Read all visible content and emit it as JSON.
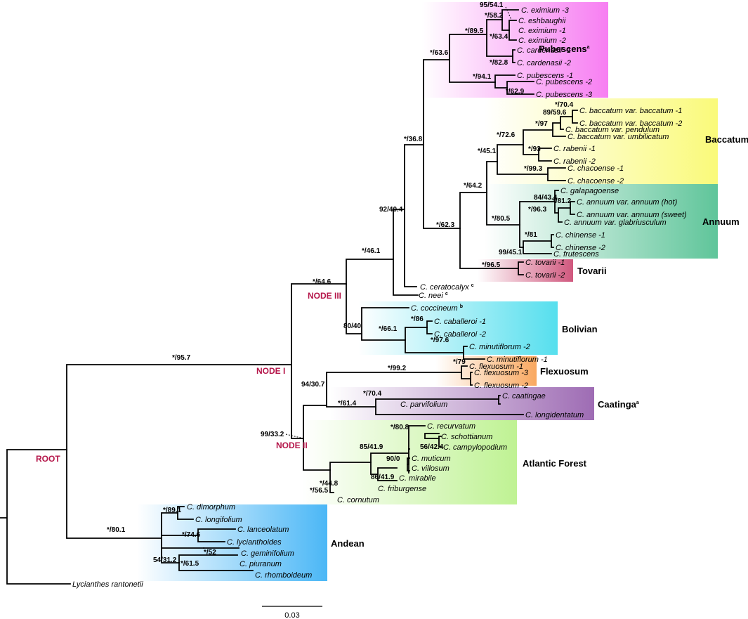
{
  "colors": {
    "pubescens": "#f77ef2",
    "baccatum": "#fafa7a",
    "annuum": "#5fc59a",
    "tovarii": "#d0587e",
    "bolivian": "#56dfee",
    "flexuosum": "#f9a860",
    "caatinga": "#9e6cb4",
    "atlantic": "#bff293",
    "andean": "#4bb7f6",
    "node_label": "#b5164a"
  },
  "scale_bar": {
    "label": "0.03"
  },
  "nodes": {
    "root": "ROOT",
    "node1": "NODE I",
    "node2": "NODE II",
    "node3": "NODE III"
  },
  "clades": {
    "pubescens": {
      "name": "Pubescens",
      "sup": "a"
    },
    "baccatum": {
      "name": "Baccatum"
    },
    "annuum": {
      "name": "Annuum"
    },
    "tovarii": {
      "name": "Tovarii"
    },
    "bolivian": {
      "name": "Bolivian"
    },
    "flexuosum": {
      "name": "Flexuosum"
    },
    "caatinga": {
      "name": "Caatinga",
      "sup": "a"
    },
    "atlantic": {
      "name": "Atlantic Forest"
    },
    "andean": {
      "name": "Andean"
    }
  },
  "taxa": {
    "eximium3": "C. eximium -3",
    "eshbaughii": "C. eshbaughii",
    "eximium1": "C. eximium -1",
    "eximium2": "C. eximium -2",
    "cardenasii1": "C. cardenasii -1",
    "cardenasii2": "C. cardenasii -2",
    "pubescens1": "C. pubescens -1",
    "pubescens2": "C. pubescens -2",
    "pubescens3": "C. pubescens -3",
    "baccatum_b1": "C. baccatum var. baccatum -1",
    "baccatum_b2": "C. baccatum var. baccatum -2",
    "baccatum_pend": "C. baccatum var. pendulum",
    "baccatum_umb": "C. baccatum var. umbilicatum",
    "rabenii1": "C. rabenii -1",
    "rabenii2": "C. rabenii -2",
    "chacoense1": "C. chacoense -1",
    "chacoense2": "C. chacoense -2",
    "galapagoense": "C. galapagoense",
    "annuum_hot": "C. annuum var. annuum (hot)",
    "annuum_sweet": "C. annuum var. annuum (sweet)",
    "annuum_glab": "C. annuum var. glabriusculum",
    "chinense1": "C. chinense -1",
    "chinense2": "C. chinense -2",
    "frutescens": "C. frutescens",
    "tovarii1": "C. tovarii -1",
    "tovarii2": "C. tovarii -2",
    "ceratocalyx": "C. ceratocalyx",
    "ceratocalyx_sup": "c",
    "neei": "C. neei",
    "neei_sup": "c",
    "coccineum": "C. coccineum",
    "coccineum_sup": "b",
    "caballeroi1": "C. caballeroi -1",
    "caballeroi2": "C. caballeroi -2",
    "minutiflorum2": "C. minutiflorum -2",
    "minutiflorum1": "C. minutiflorum -1",
    "flexuosum1": "C. flexuosum -1",
    "flexuosum3": "C. flexuosum -3",
    "flexuosum2": "C. flexuosum -2",
    "caatingae": "C. caatingae",
    "parvifolium": "C. parvifolium",
    "longidentatum": "C. longidentatum",
    "recurvatum": "C. recurvatum",
    "schottianum": "C. schottianum",
    "campylopodium": "C. campylopodium",
    "muticum": "C. muticum",
    "villosum": "C. villosum",
    "mirabile": "C. mirabile",
    "friburgense": "C. friburgense",
    "cornutum": "C. cornutum",
    "dimorphum": "C. dimorphum",
    "longifolium": "C. longifolium",
    "lanceolatum": "C. lanceolatum",
    "lycianthoides": "C. lycianthoides",
    "geminifolium": "C. geminifolium",
    "piuranum": "C. piuranum",
    "rhomboideum": "C. rhomboideum",
    "lycianthes": "Lycianthes rantonetii"
  },
  "support": {
    "s1": "95/54.1",
    "s2": "*/58.2",
    "s3": "*/89.5",
    "s4": "*/63.4",
    "s5": "*/63.6",
    "s6": "*/82.8",
    "s7": "*/94.1",
    "s8": "*/62.9",
    "s9": "*/70.4",
    "s10": "89/59.6",
    "s11": "*/97",
    "s12": "*/36.8",
    "s13": "*/72.6",
    "s14": "*/45.1",
    "s15": "*/93",
    "s16": "*/99.3",
    "s17": "*/64.2",
    "s18": "84/43.4",
    "s19": "*/81.2",
    "s20": "*/96.3",
    "s21": "92/40.4",
    "s22": "*/80.5",
    "s23": "*/62.3",
    "s24": "*/81",
    "s25": "99/45.1",
    "s26": "*/46.1",
    "s27": "*/96.5",
    "s28": "*/64.6",
    "s29": "80/40",
    "s30": "*/86",
    "s31": "*/66.1",
    "s32": "*/97.6",
    "s33": "*/95.7",
    "s34": "*/79",
    "s35": "*/99.2",
    "s36": "94/30.7",
    "s37": "*/70.4",
    "s38": "*/61.4",
    "s39": "99/33.2",
    "s40": "*/80.8",
    "s41": "85/41.9",
    "s42": "56/42.4",
    "s43": "90/0",
    "s44": "86/41.9",
    "s45": "*/44.8",
    "s46": "*/56.5",
    "s47": "*/89.1",
    "s48": "*/74.6",
    "s49": "*/80.1",
    "s50": "*/52",
    "s51": "54/31.2",
    "s52": "*/61.5"
  }
}
